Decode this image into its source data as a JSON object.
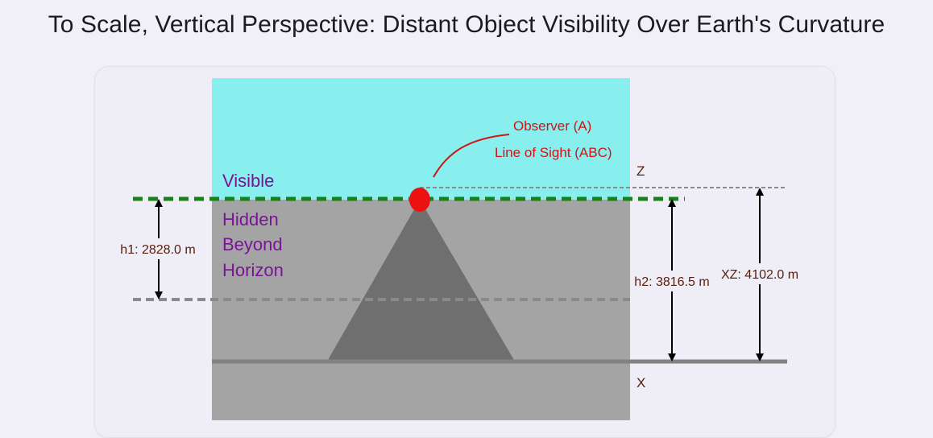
{
  "title": "To Scale, Vertical Perspective: Distant Object Visibility Over Earth's Curvature",
  "labels": {
    "observer": "Observer (A)",
    "line_of_sight": "Line of Sight (ABC)",
    "visible": "Visible",
    "hidden_line1": "Hidden",
    "hidden_line2": "Beyond",
    "hidden_line3": "Horizon",
    "z": "Z",
    "x": "X"
  },
  "measurements": {
    "h1": "h1: 2828.0 m",
    "h2": "h2: 3816.5 m",
    "xz": "XZ: 4102.0 m"
  },
  "colors": {
    "sky": "#88eeee",
    "hidden": "#a4a4a4",
    "mountain": "#6f6f6f",
    "sightline": "#1a801a",
    "observer": "#ee1111",
    "label_purple": "#7a1496",
    "label_red": "#d21414",
    "measure_text": "#5a1c0a",
    "ground": "#828282",
    "dashed_gray": "#8a8a8a"
  }
}
